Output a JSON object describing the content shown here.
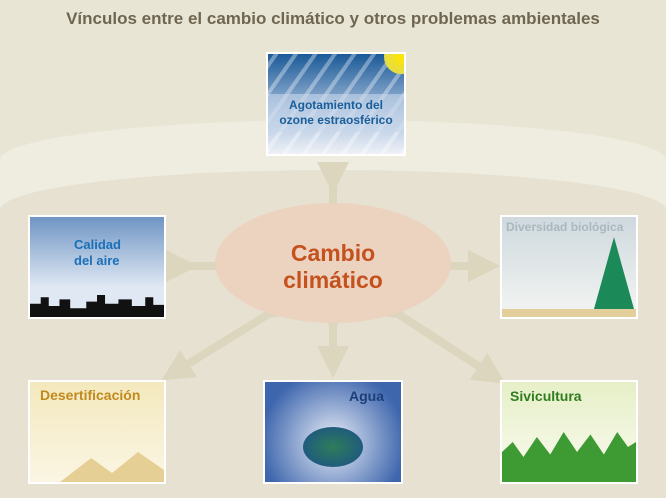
{
  "title": "Vínculos entre el cambio climático y otros problemas ambientales",
  "center": {
    "line1": "Cambio",
    "line2": "climático"
  },
  "nodes": {
    "ozone": {
      "line1": "Agotamiento del",
      "line2": "ozone estraosférico"
    },
    "air": {
      "line1": "Calidad",
      "line2": "del aire"
    },
    "biodiversity": {
      "label": "Diversidad biológica"
    },
    "desert": {
      "label": "Desertificación"
    },
    "water": {
      "label": "Agua"
    },
    "forestry": {
      "label": "Sivicultura"
    }
  },
  "colors": {
    "center_text": "#c4511e",
    "arrow": "#dcd6bf",
    "node_blue": "#1a5e9a",
    "node_orange": "#c08a1c",
    "node_green": "#2f7d1e"
  }
}
